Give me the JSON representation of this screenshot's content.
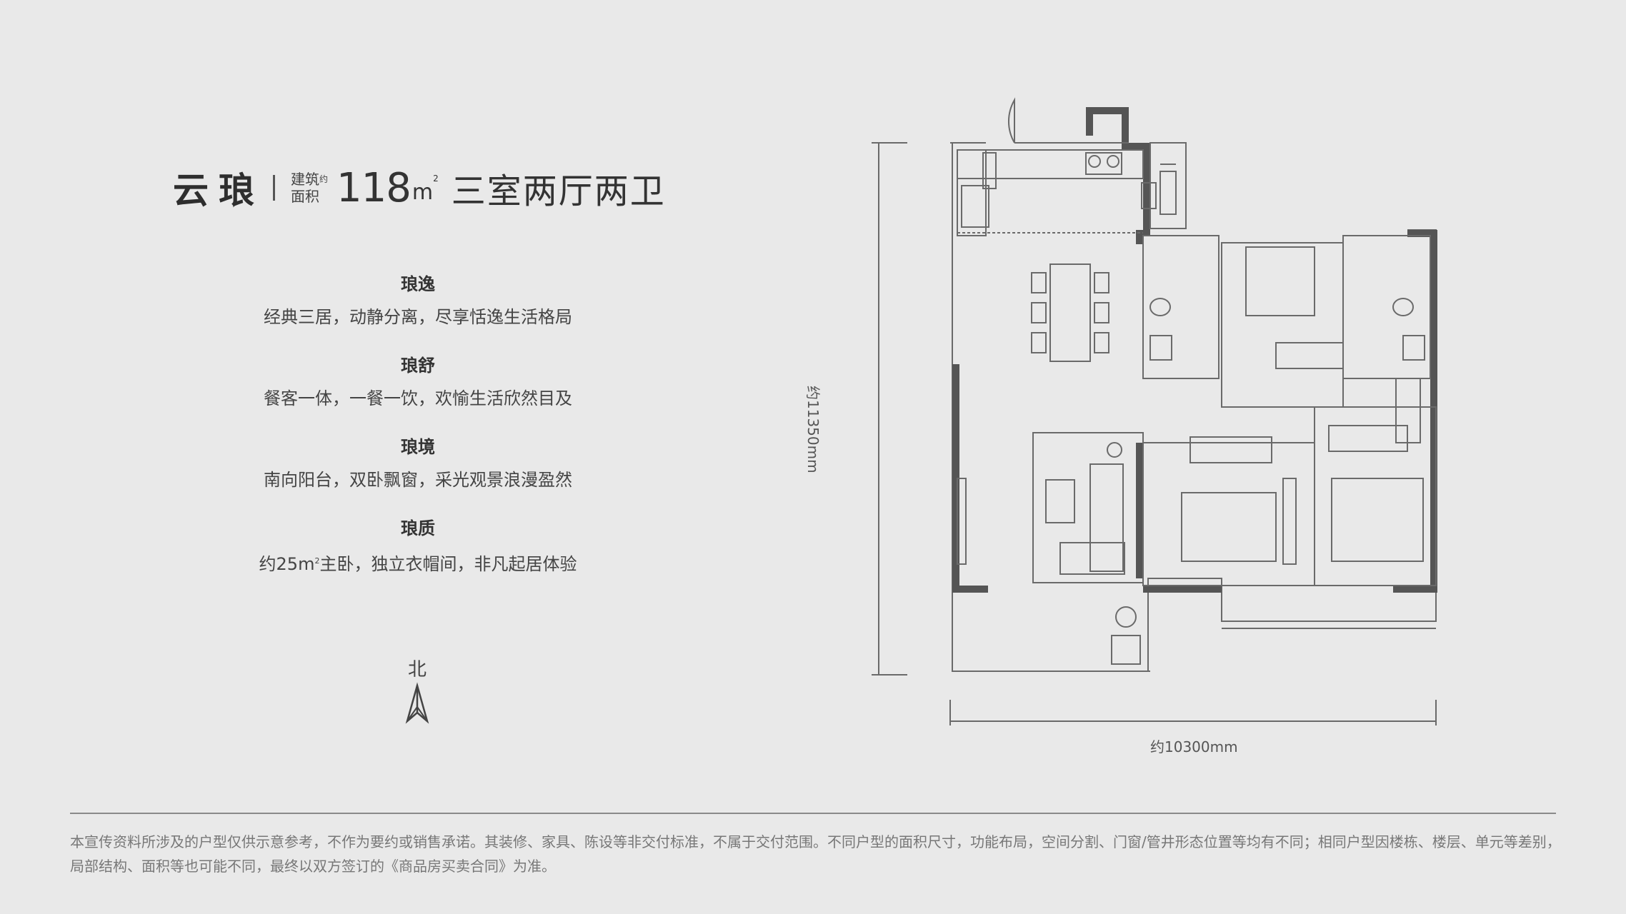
{
  "header": {
    "name": "云琅",
    "area_label_line1": "建筑",
    "area_label_line2": "面积",
    "area_badge": "约",
    "area_value": "118",
    "area_unit": "m",
    "area_unit_sup": "2",
    "layout": "三室两厅两卫"
  },
  "features": [
    {
      "title": "琅逸",
      "desc": "经典三居，动静分离，尽享恬逸生活格局"
    },
    {
      "title": "琅舒",
      "desc": "餐客一体，一餐一饮，欢愉生活欣然目及"
    },
    {
      "title": "琅境",
      "desc": "南向阳台，双卧飘窗，采光观景浪漫盈然"
    },
    {
      "title": "琅质",
      "desc_pre": "约25m",
      "desc_sup": "2",
      "desc_post": "主卧，独立衣帽间，非凡起居体验"
    }
  ],
  "compass": {
    "label": "北"
  },
  "dimensions": {
    "width": "约10300mm",
    "height": "约11350mm"
  },
  "disclaimer": "本宣传资料所涉及的户型仅供示意参考，不作为要约或销售承诺。其装修、家具、陈设等非交付标准，不属于交付范围。不同户型的面积尺寸，功能布局，空间分割、门窗/管井形态位置等均有不同；相同户型因楼栋、楼层、单元等差别，局部结构、面积等也可能不同，最终以双方签订的《商品房买卖合同》为准。",
  "colors": {
    "background": "#e9e9e9",
    "wall": "#555555",
    "line": "#8a8a8a"
  }
}
